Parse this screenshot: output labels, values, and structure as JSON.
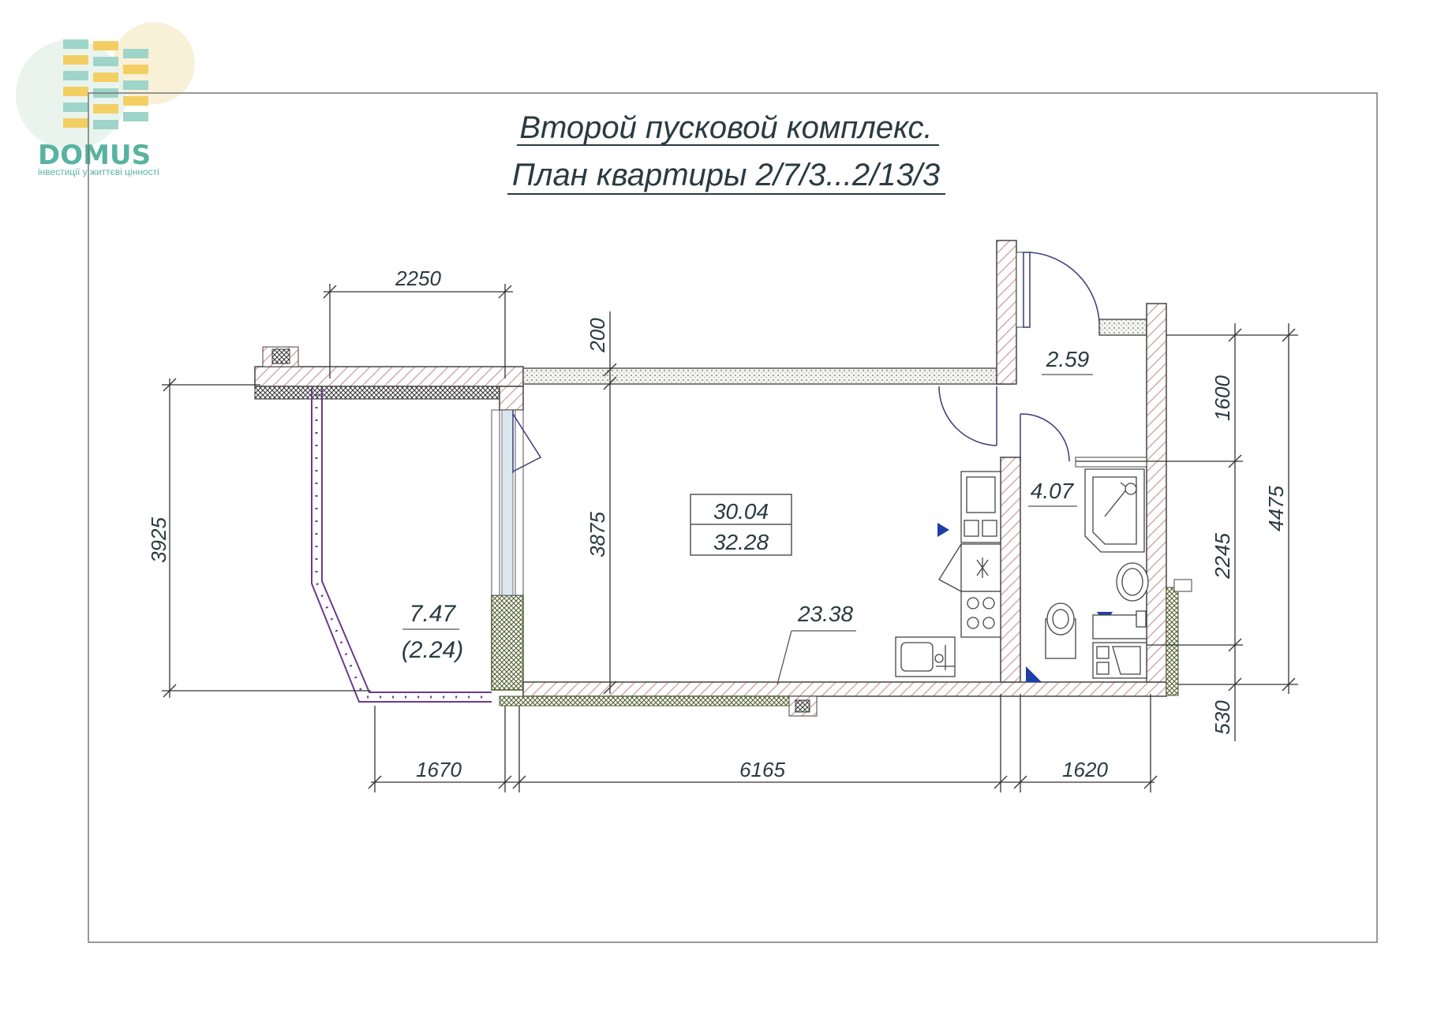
{
  "logo": {
    "brand": "DOMUS",
    "tagline": "інвестиції у життєві цінності"
  },
  "title": {
    "line1": "Второй пусковой комплекс.",
    "line2": "План квартиры 2/7/3...2/13/3"
  },
  "areas": {
    "main_total": "30.04",
    "main_total_alt": "32.28",
    "living_room": "23.38",
    "loggia": "7.47",
    "loggia_reduced": "(2.24)",
    "hallway": "2.59",
    "bathroom": "4.07"
  },
  "dimensions": {
    "top_loggia_width": "2250",
    "wall_200": "200",
    "left_height": "3925",
    "inner_height": "3875",
    "bottom_loggia": "1670",
    "bottom_room": "6165",
    "bottom_bath": "1620",
    "right_1600": "1600",
    "right_2245": "2245",
    "right_4475": "4475",
    "right_530": "530"
  },
  "colors": {
    "ink": "#2a3a40",
    "wall_hatch": "#c99a92",
    "accent_blue": "#1f3fa8",
    "loggia_purple": "#6b3a8a",
    "logo_green": "#58b3a0",
    "logo_yellow": "#f3cf63"
  }
}
